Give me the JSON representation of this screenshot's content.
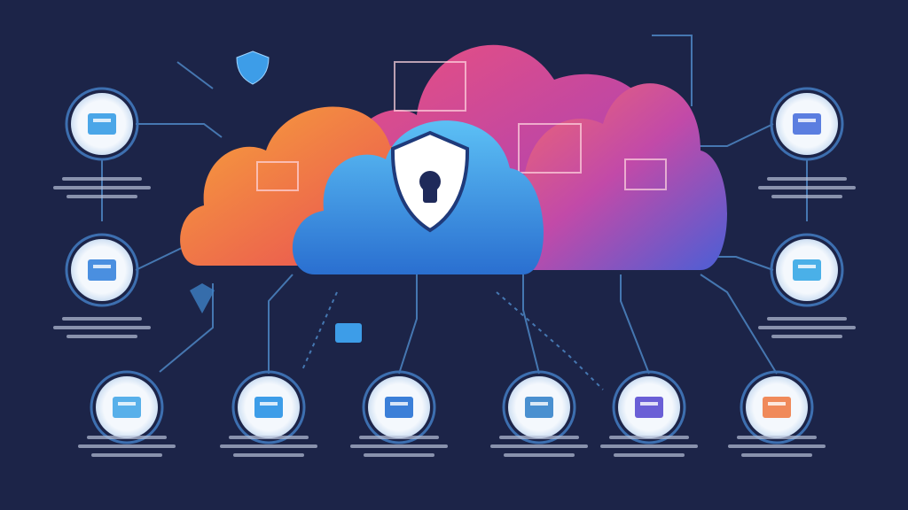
{
  "colors": {
    "background": "#1c2448",
    "cloud_orange": "#f2723a",
    "cloud_pink": "#e8437a",
    "cloud_purple": "#8a4fd6",
    "cloud_blue": "#3d9de8",
    "shield": "#ffffff",
    "line": "#4d86c4",
    "circle_fill": "#f2f6fb",
    "placeholder_text": "#b8c2d8"
  },
  "nodes": [
    {
      "id": "document-icon",
      "side": "left"
    },
    {
      "id": "computer-icon",
      "side": "left"
    },
    {
      "id": "storage-box-icon",
      "side": "right"
    },
    {
      "id": "device-icon",
      "side": "right"
    },
    {
      "id": "folder-icon",
      "side": "bottom"
    },
    {
      "id": "file-icon",
      "side": "bottom"
    },
    {
      "id": "laptop-icon",
      "side": "bottom"
    },
    {
      "id": "chart-icon",
      "side": "bottom"
    },
    {
      "id": "cube-icon",
      "side": "bottom"
    },
    {
      "id": "card-icon",
      "side": "bottom"
    }
  ],
  "center_icon": "shield-lock-icon"
}
